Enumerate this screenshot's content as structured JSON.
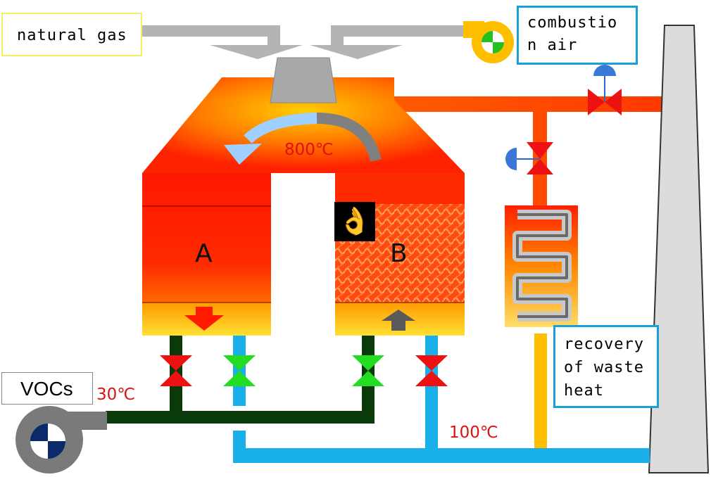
{
  "labels": {
    "natural_gas": "natural gas",
    "combustion_air": "combustio n air",
    "recovery": "recovery of waste heat",
    "vocs": "VOCs"
  },
  "chambers": {
    "a": "A",
    "b": "B"
  },
  "temperatures": {
    "top": "800℃",
    "inlet": "30℃",
    "outlet": "100℃"
  },
  "icons": {
    "ok_hand": "👌"
  },
  "colors": {
    "hot_red": "#ff1a00",
    "hot_orange": "#ff8a00",
    "inlet_pipe": "#0a3a0a",
    "outlet_pipe": "#19b0ea",
    "heat_pipe": "#ffbf00",
    "valve_open": "#22dd22",
    "valve_closed": "#ee1111",
    "gas_arrow": "#b4b4b4"
  }
}
